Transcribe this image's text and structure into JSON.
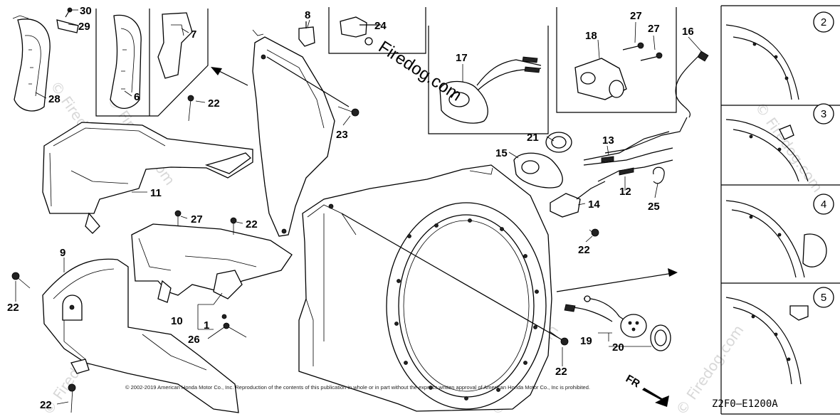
{
  "diagram": {
    "drawing_code": "Z2F0—E1200A",
    "watermark": "Firedog.com",
    "copyright": "© 2002-2019 American Honda Motor Co., Inc. Reproduction of the contents of this publication in whole or in part without the express written approval of American Honda Motor Co., Inc is prohibited.",
    "front_marker": "FR",
    "part_labels": [
      {
        "id": "p30",
        "text": "30"
      },
      {
        "id": "p29",
        "text": "29"
      },
      {
        "id": "p28",
        "text": "28"
      },
      {
        "id": "p6",
        "text": "6"
      },
      {
        "id": "p7",
        "text": "7"
      },
      {
        "id": "p8",
        "text": "8"
      },
      {
        "id": "p24",
        "text": "24"
      },
      {
        "id": "p17",
        "text": "17"
      },
      {
        "id": "p18",
        "text": "18"
      },
      {
        "id": "p27a",
        "text": "27"
      },
      {
        "id": "p27b",
        "text": "27"
      },
      {
        "id": "p16",
        "text": "16"
      },
      {
        "id": "p22a",
        "text": "22"
      },
      {
        "id": "p23",
        "text": "23"
      },
      {
        "id": "p11",
        "text": "11"
      },
      {
        "id": "p21",
        "text": "21"
      },
      {
        "id": "p13",
        "text": "13"
      },
      {
        "id": "p15",
        "text": "15"
      },
      {
        "id": "p12",
        "text": "12"
      },
      {
        "id": "p14",
        "text": "14"
      },
      {
        "id": "p25",
        "text": "25"
      },
      {
        "id": "p22b",
        "text": "22"
      },
      {
        "id": "p27c",
        "text": "27"
      },
      {
        "id": "p22c",
        "text": "22"
      },
      {
        "id": "p9",
        "text": "9"
      },
      {
        "id": "p22d",
        "text": "22"
      },
      {
        "id": "p10",
        "text": "10"
      },
      {
        "id": "p1",
        "text": "1"
      },
      {
        "id": "p26",
        "text": "26"
      },
      {
        "id": "p22e",
        "text": "22"
      },
      {
        "id": "p19",
        "text": "19"
      },
      {
        "id": "p20",
        "text": "20"
      },
      {
        "id": "p22f",
        "text": "22"
      }
    ],
    "variant_callouts": [
      {
        "id": "v2",
        "text": "2"
      },
      {
        "id": "v3",
        "text": "3"
      },
      {
        "id": "v4",
        "text": "4"
      },
      {
        "id": "v5",
        "text": "5"
      }
    ]
  }
}
